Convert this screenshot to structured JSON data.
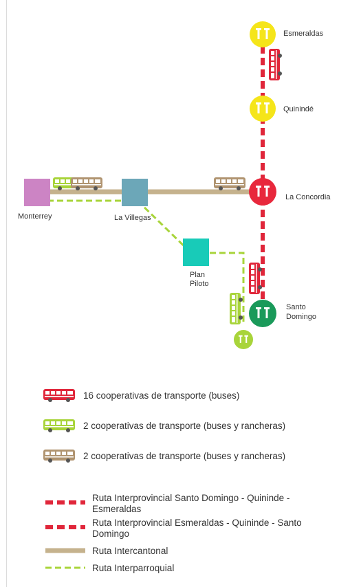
{
  "colors": {
    "interprovincial": "#e0263a",
    "interparroquial": "#a8d43a",
    "intercantonal": "#c5b28d",
    "tan_bus": "#b09470",
    "yellow_stop": "#f5e51a",
    "red_stop": "#e8283c",
    "green_stop": "#1a9a5a",
    "monterrey": "#cc84c4",
    "la_villegas": "#6ca7b8",
    "plan_piloto": "#18cbb8",
    "lime_stop": "#a8d43a"
  },
  "nodes": {
    "esmeraldas": {
      "label": "Esmeraldas",
      "icon": "bus-stop-icon"
    },
    "quininde": {
      "label": "Quinindé",
      "icon": "bus-stop-icon"
    },
    "la_concordia": {
      "label": "La Concordia",
      "icon": "bus-stop-icon"
    },
    "santo_domingo": {
      "label_line1": "Santo",
      "label_line2": "Domingo",
      "icon": "bus-stop-icon"
    },
    "monterrey": {
      "label": "Monterrey"
    },
    "la_villegas": {
      "label": "La Villegas"
    },
    "plan_piloto": {
      "label_line1": "Plan",
      "label_line2": "Piloto"
    },
    "parish_stop": {
      "icon": "bus-stop-icon"
    }
  },
  "legend": {
    "buses": [
      {
        "color": "#e0263a",
        "label": "16 cooperativas de transporte (buses)"
      },
      {
        "color": "#a8d43a",
        "label": "2 cooperativas de transporte (buses y rancheras)"
      },
      {
        "color": "#b09470",
        "label": "2 cooperativas de transporte (buses y rancheras)"
      }
    ],
    "routes": [
      {
        "color": "#e0263a",
        "style": "dashed",
        "label": "Ruta Interprovincial Santo Domingo - Quininde - Esmeraldas"
      },
      {
        "color": "#e0263a",
        "style": "dashed",
        "label": "Ruta Interprovincial Esmeraldas - Quininde - Santo Domingo"
      },
      {
        "color": "#c5b28d",
        "style": "solid",
        "label": "Ruta Intercantonal"
      },
      {
        "color": "#a8d43a",
        "style": "dashed",
        "label": "Ruta Interparroquial"
      }
    ]
  }
}
